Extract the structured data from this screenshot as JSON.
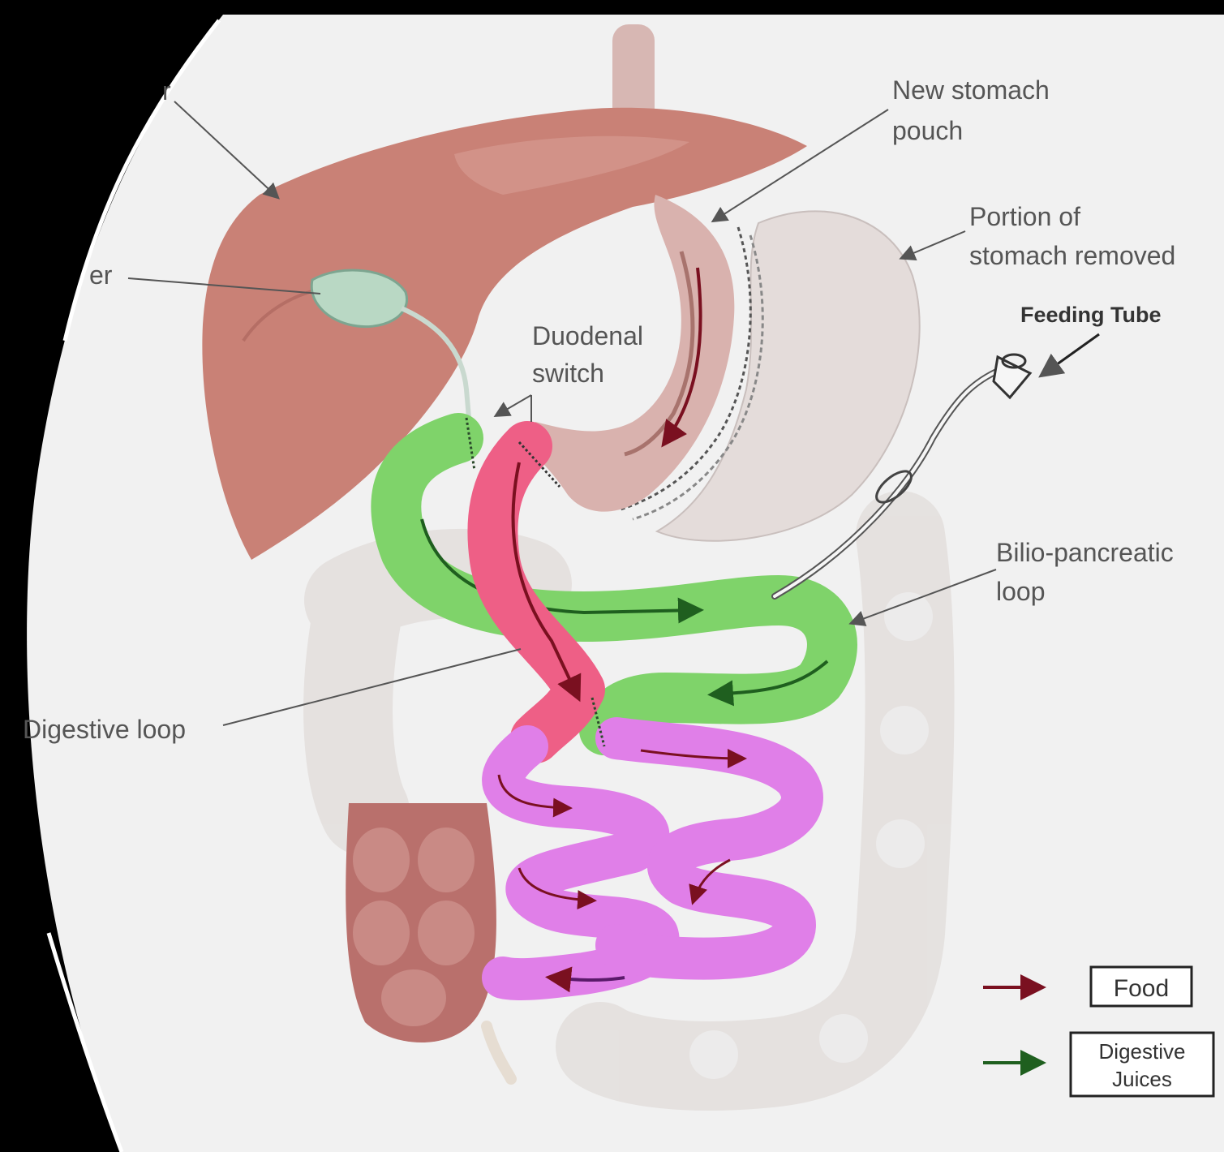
{
  "labels": {
    "cut_top_left": "r",
    "cut_left": "er",
    "new_stomach_line1": "New stomach",
    "new_stomach_line2": "pouch",
    "portion_removed_line1": "Portion of",
    "portion_removed_line2": "stomach removed",
    "feeding_tube": "Feeding Tube",
    "duodenal_line1": "Duodenal",
    "duodenal_line2": "switch",
    "bilio_line1": "Bilio-pancreatic",
    "bilio_line2": "loop",
    "digestive_loop": "Digestive loop"
  },
  "legend": {
    "food": "Food",
    "juices_line1": "Digestive",
    "juices_line2": "Juices"
  },
  "colors": {
    "background": "#f1f1f1",
    "frame": "#000000",
    "liver": "#c98176",
    "gallbladder": "#b9d8c4",
    "stomach_pouch": "#d9b2ae",
    "stomach_removed": "#e4dcda",
    "bilio_loop": "#7fd36a",
    "digestive_loop": "#ee5f86",
    "common_channel": "#e07fe8",
    "food_arrow": "#7a1020",
    "juices_arrow": "#1f5f1f",
    "colon_faded": "#e3dfdd",
    "colon_ascending": "#b9706c"
  }
}
